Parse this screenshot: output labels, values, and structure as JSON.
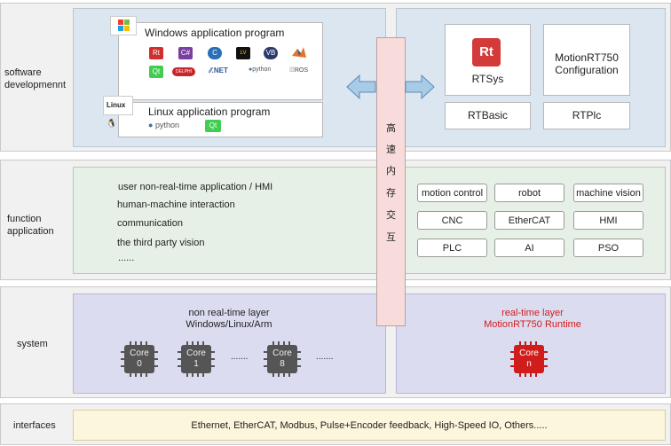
{
  "rows": {
    "software": "software developmennt",
    "function": "function application",
    "system": "system",
    "interfaces": "interfaces"
  },
  "software": {
    "windows_title": "Windows application program",
    "linux_title": "Linux application program",
    "linux_badge": "Linux",
    "python_label": "python",
    "qt_label": "Qt",
    "windows_logos": [
      "Rt",
      "C#",
      "C",
      "LabVIEW",
      "VB",
      "MATLAB",
      "Qt",
      "DELPHI",
      ".NET",
      "python",
      "ROS"
    ],
    "rtsys_label": "RTSys",
    "rtsys_logo": "Rt",
    "config_label": "MotionRT750 Configuration",
    "rtbasic_label": "RTBasic",
    "rtplc_label": "RTPlc"
  },
  "function": {
    "items": [
      "user non-real-time application / HMI",
      "human-machine interaction",
      "communication",
      "the third party vision",
      "......"
    ],
    "buttons": [
      "motion control",
      "robot",
      "machine vision",
      "CNC",
      "EtherCAT",
      "HMI",
      "PLC",
      "AI",
      "PSO"
    ]
  },
  "system": {
    "nonrt_title": "non real-time layer",
    "nonrt_subtitle": "Windows/Linux/Arm",
    "cores": [
      {
        "name": "Core",
        "num": "0"
      },
      {
        "name": "Core",
        "num": "1"
      },
      {
        "name": "Core",
        "num": "8"
      }
    ],
    "ellipsis": ".......",
    "rt_title": "real-time layer",
    "rt_subtitle": "MotionRT750 Runtime",
    "rt_core": {
      "name": "Core",
      "num": "n"
    }
  },
  "exchange_chars": [
    "高",
    "速",
    "内",
    "存",
    "交",
    "互"
  ],
  "interfaces_text": "Ethernet, EtherCAT, Modbus, Pulse+Encoder feedback, High-Speed IO, Others.....",
  "colors": {
    "software_bg": "#dbe6f1",
    "function_bg": "#e6f0e6",
    "system_bg": "#dcdcf0",
    "interfaces_bg": "#fbf6dc",
    "realtime_red": "#d11c1c",
    "exchange_pink": "#f8dcdc",
    "arrow_blue": "#a8cbe8"
  }
}
